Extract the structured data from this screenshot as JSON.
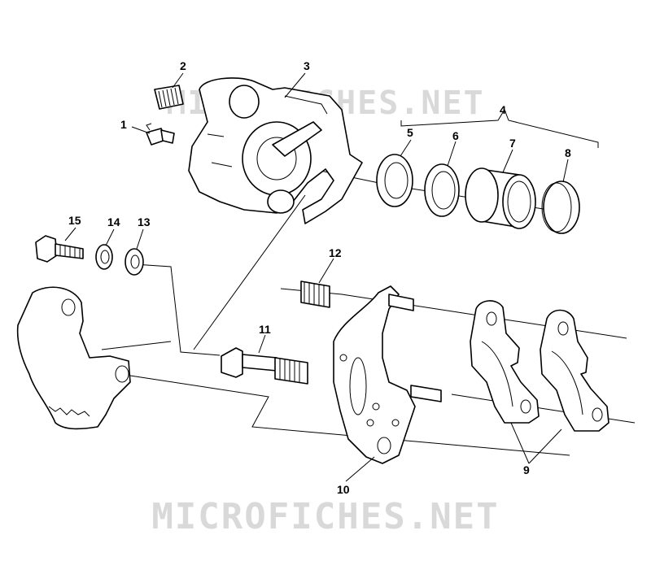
{
  "watermark": "MICROFICHES.NET",
  "callouts": {
    "c1": "1",
    "c2": "2",
    "c3": "3",
    "c4": "4",
    "c5": "5",
    "c6": "6",
    "c7": "7",
    "c8": "8",
    "c9": "9",
    "c10": "10",
    "c11": "11",
    "c12": "12",
    "c13": "13",
    "c14": "14",
    "c15": "15"
  }
}
